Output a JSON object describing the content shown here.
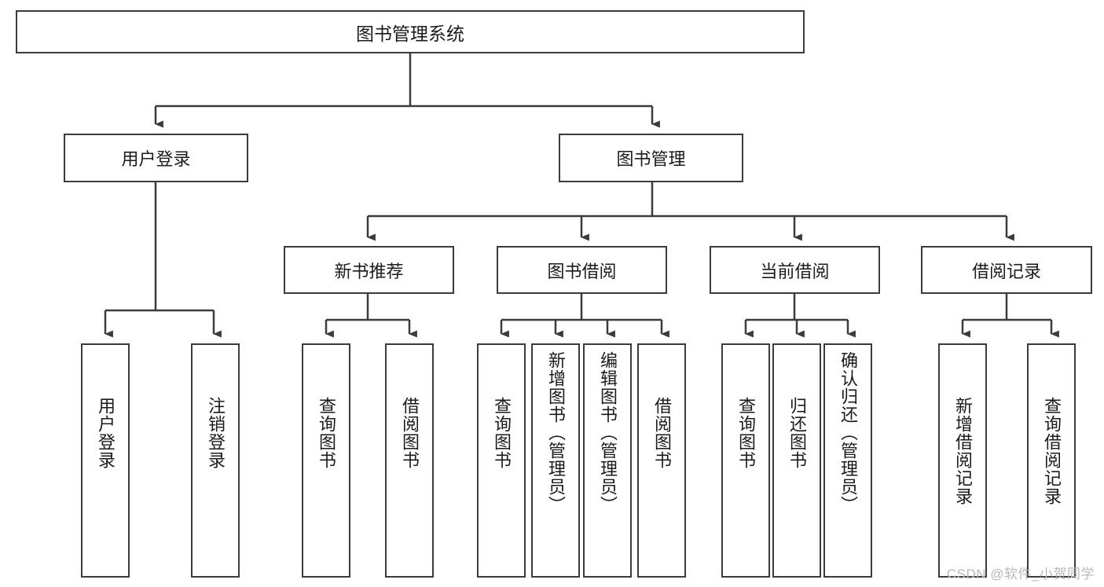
{
  "diagram": {
    "title": "图书管理系统",
    "type": "hierarchy-tree",
    "root": {
      "label": "图书管理系统"
    },
    "level1": [
      {
        "label": "用户登录"
      },
      {
        "label": "图书管理"
      }
    ],
    "level2": [
      {
        "label": "新书推荐"
      },
      {
        "label": "图书借阅"
      },
      {
        "label": "当前借阅"
      },
      {
        "label": "借阅记录"
      }
    ],
    "leaves": {
      "user_login": [
        {
          "label": "用户登录"
        },
        {
          "label": "注销登录"
        }
      ],
      "new_book_recommend": [
        {
          "label": "查询图书"
        },
        {
          "label": "借阅图书"
        }
      ],
      "book_borrow": [
        {
          "label": "查询图书"
        },
        {
          "label": "新增图书（管理员）"
        },
        {
          "label": "编辑图书（管理员）"
        },
        {
          "label": "借阅图书"
        }
      ],
      "current_borrow": [
        {
          "label": "查询图书"
        },
        {
          "label": "归还图书"
        },
        {
          "label": "确认归还（管理员）"
        }
      ],
      "borrow_record": [
        {
          "label": "新增借阅记录"
        },
        {
          "label": "查询借阅记录"
        }
      ]
    }
  },
  "watermark": {
    "text": "CSDN @软件_小贺同学"
  },
  "colors": {
    "box_border": "#3b3b3b",
    "box_fill": "#ffffff",
    "text": "#1b1b1b",
    "connector": "#3b3b3b",
    "watermark": "#b9b9b9"
  }
}
